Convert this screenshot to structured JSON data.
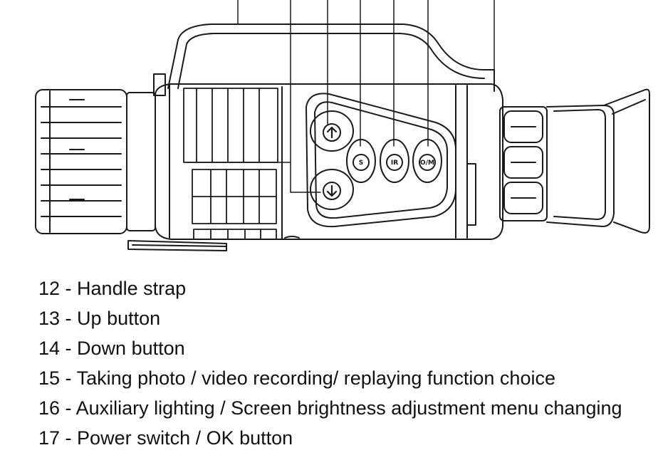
{
  "legend": {
    "items": [
      {
        "number": "12",
        "text": "Handle strap"
      },
      {
        "number": "13",
        "text": "Up button"
      },
      {
        "number": "14",
        "text": "Down button"
      },
      {
        "number": "15",
        "text": "Taking photo / video recording/ replaying function choice"
      },
      {
        "number": "16",
        "text": "Auxiliary lighting / Screen brightness adjustment menu changing"
      },
      {
        "number": "17",
        "text": "Power switch / OK button"
      }
    ]
  },
  "device": {
    "buttons": {
      "up": {
        "icon": "arrow-up-icon"
      },
      "down": {
        "icon": "arrow-down-icon"
      },
      "mode": {
        "label": "S"
      },
      "ir": {
        "label": "IR"
      },
      "power": {
        "label": "O/M"
      }
    }
  },
  "colors": {
    "line": "#1a1a1a",
    "background": "#ffffff"
  }
}
